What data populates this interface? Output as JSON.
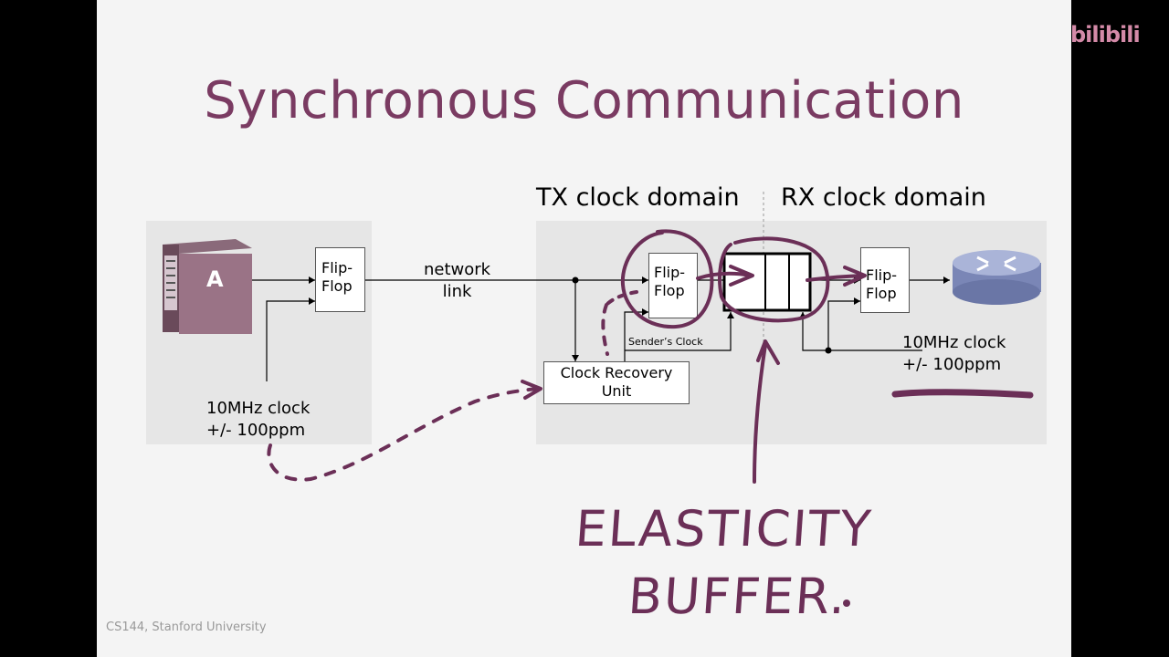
{
  "slide": {
    "title": "Synchronous Communication",
    "footer": "CS144, Stanford University",
    "watermark": "bilibili"
  },
  "diagram": {
    "tx_domain_label": "TX clock domain",
    "rx_domain_label": "RX clock domain",
    "sender_host_label": "A",
    "tx_flipflop_label": "Flip-\nFlop",
    "link_label": "network\nlink",
    "rx_flipflop_label": "Flip-\nFlop",
    "out_flipflop_label": "Flip-\nFlop",
    "senders_clock_label": "Sender’s Clock",
    "clock_recovery_label": "Clock Recovery\nUnit",
    "sender_clock_spec": "10MHz clock\n+/- 100ppm",
    "receiver_clock_spec": "10MHz clock\n+/- 100ppm"
  },
  "annotations": {
    "handwritten_line1": "ELASTICITY",
    "handwritten_line2": "BUFFER.",
    "ink_color": "#6b2f57"
  },
  "colors": {
    "title": "#7a3b62",
    "panel": "#e6e6e6",
    "ink": "#6b2f57"
  }
}
